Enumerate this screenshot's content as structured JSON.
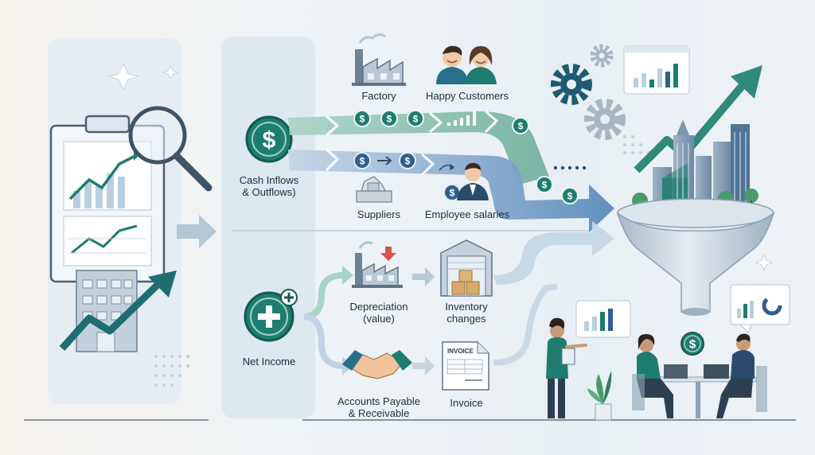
{
  "labels": {
    "cash_flows": "Cash Inflows\n& Outflows)",
    "factory": "Factory",
    "happy_customers": "Happy Customers",
    "suppliers": "Suppliers",
    "employee_salaries": "Employee salaries",
    "net_income": "Net Income",
    "depreciation": "Depreciation\n(value)",
    "inventory_changes": "Inventory\nchanges",
    "accounts_payable": "Accounts Payable\n& Receivable",
    "invoice": "Invoice",
    "invoice_doc_title": "INVOICE"
  },
  "symbols": {
    "currency": "$",
    "plus": "+"
  },
  "colors": {
    "teal": "#1e7d6e",
    "teal_light": "#8fc4b4",
    "blue": "#6f95bf",
    "blue_light": "#b9cde2",
    "navy": "#233f5c",
    "arrow_gray": "#aebfd0",
    "red_accent": "#d9534f"
  },
  "icons": [
    "magnifier-icon",
    "clipboard-icon",
    "factory-icon",
    "people-icon",
    "gear-icon",
    "funnel-icon",
    "city-icon",
    "handshake-icon",
    "warehouse-icon",
    "invoice-icon",
    "laptop-icon",
    "plant-icon"
  ]
}
